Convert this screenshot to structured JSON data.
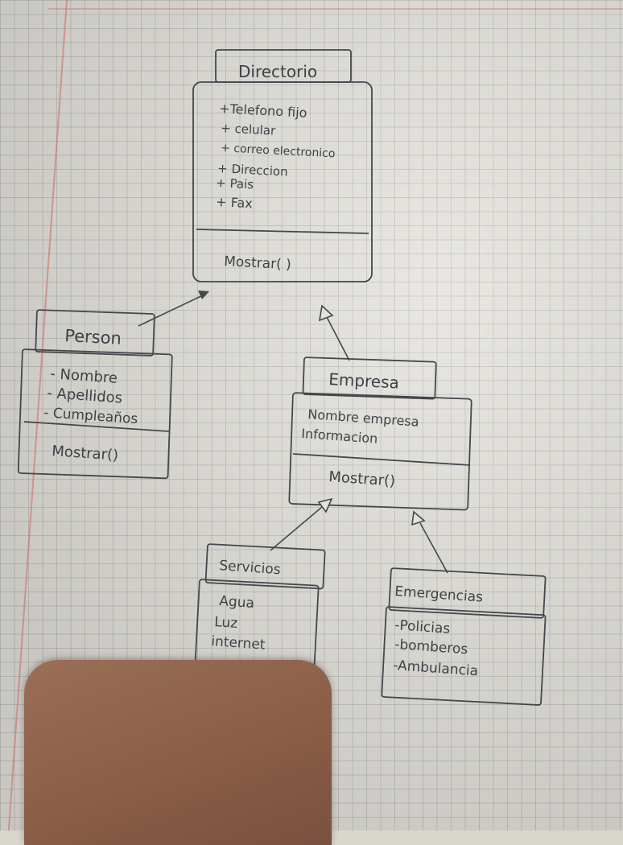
{
  "diagram": {
    "directorio": {
      "name": "Directorio",
      "attributes": [
        "+Telefono fijo",
        "+ celular",
        "+ correo electronico",
        "+ Direccion",
        "+ Pais",
        "+ Fax"
      ],
      "methods": [
        "Mostrar( )"
      ]
    },
    "persona": {
      "name": "Person",
      "attributes": [
        "- Nombre",
        "- Apellidos",
        "- Cumpleaños"
      ],
      "methods": [
        "Mostrar()"
      ]
    },
    "empresa": {
      "name": "Empresa",
      "attributes": [
        "Nombre empresa",
        "Informacion"
      ],
      "methods": [
        "Mostrar()"
      ]
    },
    "servicios": {
      "name": "Servicios",
      "attributes": [
        "Agua",
        "Luz",
        "internet"
      ]
    },
    "emergencias": {
      "name": "Emergencias",
      "attributes": [
        "-Policias",
        "-bomberos",
        "-Ambulancia"
      ]
    }
  },
  "colors": {
    "pencil": "#44474d",
    "paper": "#e4e2dc",
    "grid": "#8a8f95",
    "margin": "#cd6e6e",
    "thumb": "#8a5e47"
  }
}
